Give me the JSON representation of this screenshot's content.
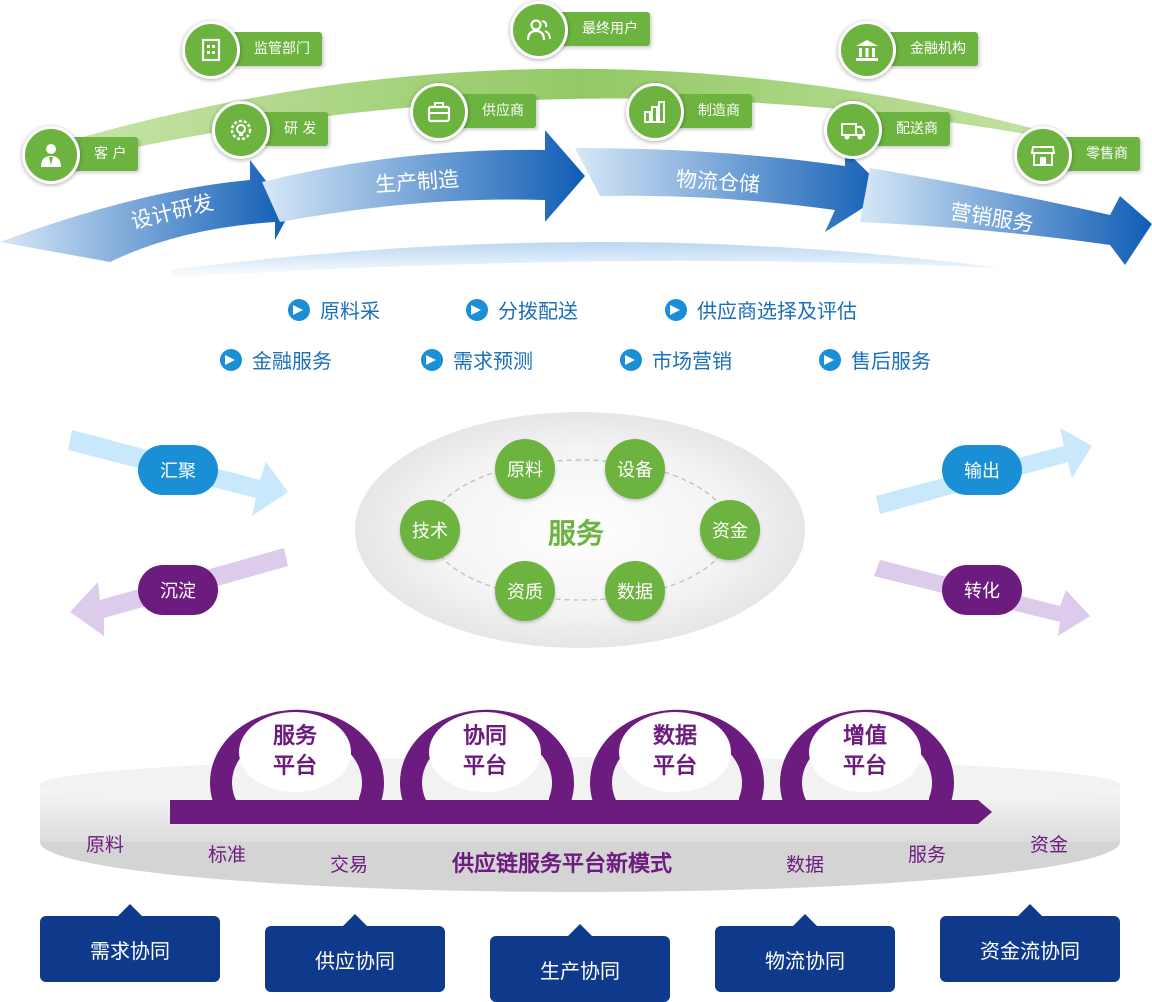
{
  "chain_stages": [
    "设计研发",
    "生产制造",
    "物流仓储",
    "营销服务"
  ],
  "roles": [
    {
      "label": "客 户",
      "icon": "person-icon"
    },
    {
      "label": "研 发",
      "icon": "lightbulb-gear-icon"
    },
    {
      "label": "监管部门",
      "icon": "building-icon"
    },
    {
      "label": "供应商",
      "icon": "briefcase-icon"
    },
    {
      "label": "最终用户",
      "icon": "users-icon"
    },
    {
      "label": "制造商",
      "icon": "factory-icon"
    },
    {
      "label": "配送商",
      "icon": "truck-icon"
    },
    {
      "label": "金融机构",
      "icon": "bank-icon"
    },
    {
      "label": "零售商",
      "icon": "store-icon"
    }
  ],
  "services_row1": [
    "原料采",
    "分拨配送",
    "供应商选择及评估"
  ],
  "services_row2": [
    "金融服务",
    "需求预测",
    "市场营销",
    "售后服务"
  ],
  "hub": {
    "center": "服务",
    "nodes": [
      "原料",
      "设备",
      "资金",
      "数据",
      "资质",
      "技术"
    ]
  },
  "flows": {
    "left_top": "汇聚",
    "left_bottom": "沉淀",
    "right_top": "输出",
    "right_bottom": "转化"
  },
  "platforms": [
    {
      "line1": "服务",
      "line2": "平台"
    },
    {
      "line1": "协同",
      "line2": "平台"
    },
    {
      "line1": "数据",
      "line2": "平台"
    },
    {
      "line1": "增值",
      "line2": "平台"
    }
  ],
  "base": {
    "title": "供应链服务平台新模式",
    "labels": [
      "原料",
      "标准",
      "交易",
      "数据",
      "服务",
      "资金"
    ]
  },
  "collaborations": [
    "需求协同",
    "供应协同",
    "生产协同",
    "物流协同",
    "资金流协同"
  ],
  "colors": {
    "green": "#6cb33f",
    "blue_dark": "#0f5cb5",
    "blue_light": "#cfe3f5",
    "purple": "#6c1b7f",
    "navy": "#0f3a8c",
    "cyan_pill": "#1a8fd6"
  }
}
